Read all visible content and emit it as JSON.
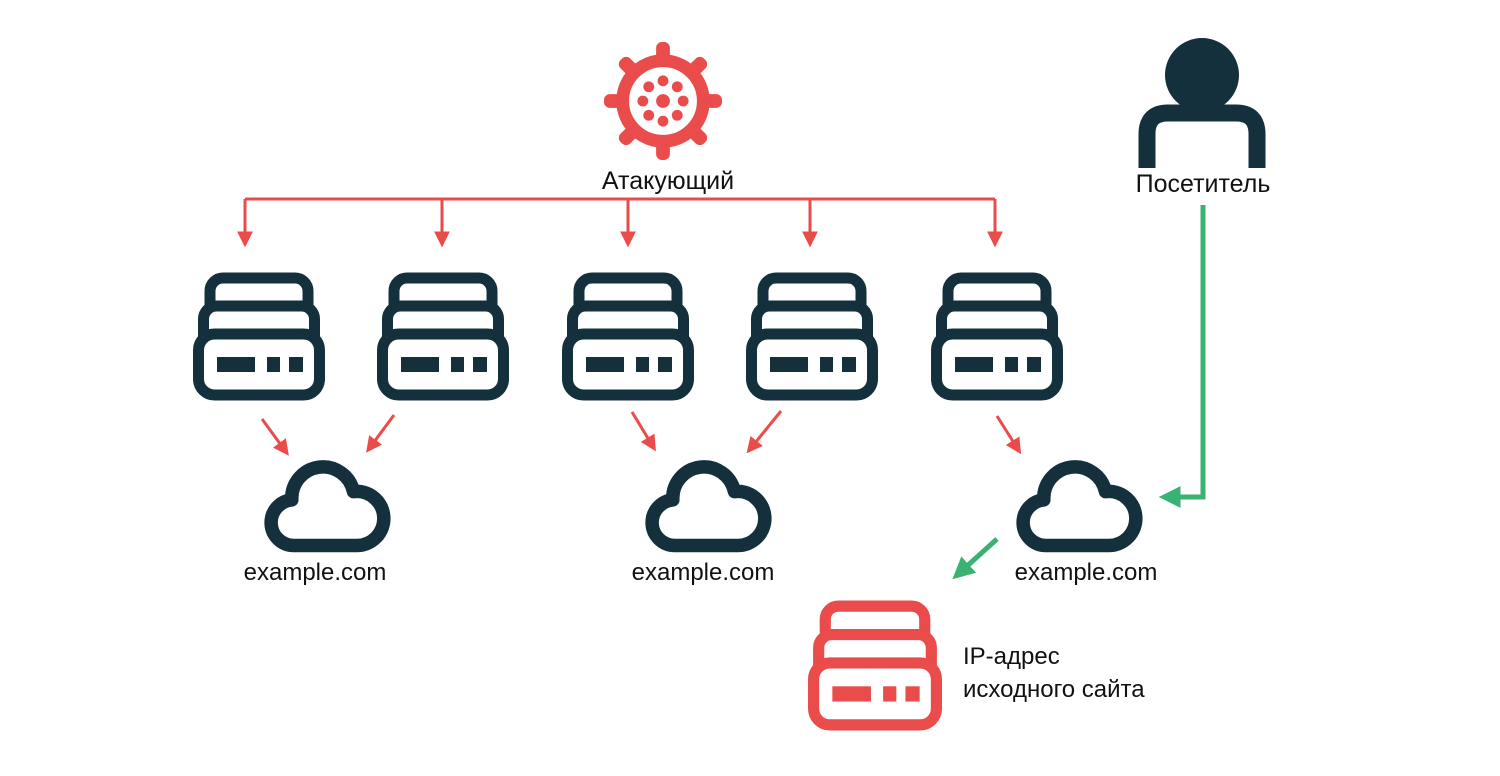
{
  "diagram": {
    "attacker": {
      "label": "Атакующий",
      "icon": "virus-icon"
    },
    "visitor": {
      "label": "Посетитель",
      "icon": "person-icon"
    },
    "proxy_servers": [
      {
        "icon": "server-icon"
      },
      {
        "icon": "server-icon"
      },
      {
        "icon": "server-icon"
      },
      {
        "icon": "server-icon"
      },
      {
        "icon": "server-icon"
      }
    ],
    "mirror_sites": [
      {
        "domain": "example.com",
        "icon": "cloud-icon"
      },
      {
        "domain": "example.com",
        "icon": "cloud-icon"
      },
      {
        "domain": "example.com",
        "icon": "cloud-icon"
      }
    ],
    "origin_server": {
      "label_line1": "IP-адрес",
      "label_line2": "исходного сайта",
      "icon": "server-icon"
    },
    "colors": {
      "attack": "#ea4b4b",
      "visit": "#3ab272",
      "node": "#14303d",
      "text": "#111111",
      "bg": "#ffffff"
    }
  }
}
